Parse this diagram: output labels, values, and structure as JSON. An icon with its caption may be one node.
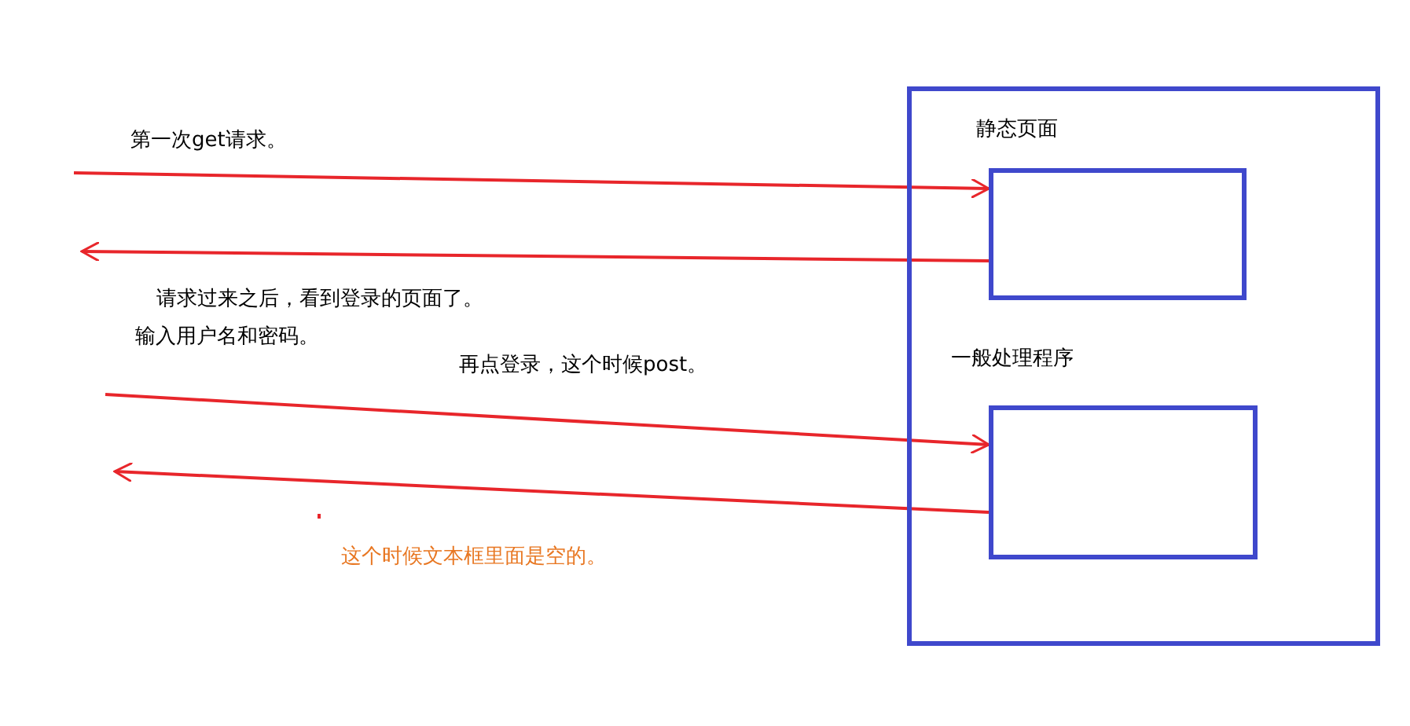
{
  "diagram": {
    "nodes": [
      {
        "text": [],
        "shape": "box"
      },
      {
        "text": [
          "静态页面"
        ],
        "in": 0
      },
      {
        "text": [
          "一般处理程序"
        ],
        "in": 0
      }
    ],
    "edges": [
      {
        "from": null,
        "to": 1,
        "arrow": "to",
        "label": "第一次get请求。",
        "color": "#e8262b"
      },
      {
        "from": 1,
        "to": null,
        "arrow": "to",
        "label": "请求过来之后，看到登录的页面了。",
        "color": "#e8262b"
      },
      {
        "from": null,
        "to": 2,
        "arrow": "to",
        "label": "再点登录，这个时候post。",
        "color": "#e8262b"
      },
      {
        "from": 2,
        "to": null,
        "arrow": "to",
        "color": "#e8262b"
      }
    ],
    "labels": [
      "输入用户名和密码。",
      "这个时候文本框里面是空的。"
    ]
  }
}
